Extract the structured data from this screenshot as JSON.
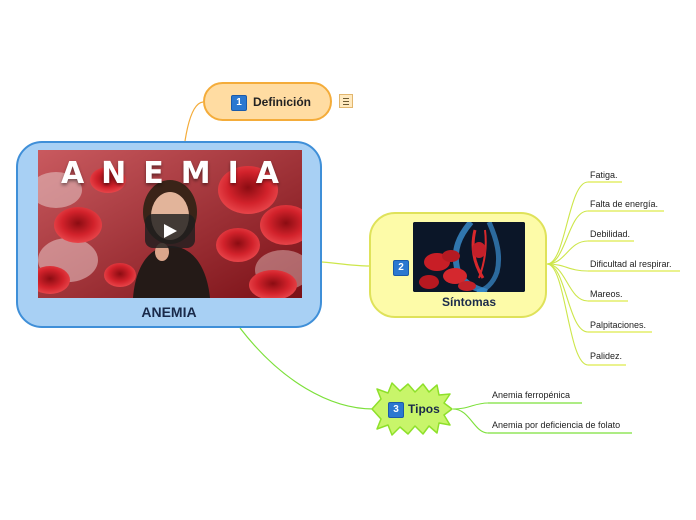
{
  "central": {
    "label": "ANEMIA",
    "video_title": "ANEMIA",
    "play_icon": "play-icon"
  },
  "branches": {
    "definicion": {
      "number": "1",
      "label": "Definición",
      "note_icon": "note-icon"
    },
    "sintomas": {
      "number": "2",
      "label": "Síntomas",
      "items": [
        "Fatiga.",
        "Falta de energía.",
        "Debilidad.",
        "Dificultad al respirar.",
        "Mareos.",
        "Palpitaciones.",
        "Palidez."
      ]
    },
    "tipos": {
      "number": "3",
      "label": "Tipos",
      "items": [
        "Anemia ferropénica",
        "Anemia por deficiencia de folato"
      ]
    }
  },
  "colors": {
    "central_fill": "#a8d0f4",
    "central_border": "#3f8fd8",
    "def_fill": "#ffdca2",
    "def_border": "#f4ac3a",
    "sint_fill": "#fdfba8",
    "sint_border": "#dfe25a",
    "tipos_fill": "#c8f56a",
    "tipos_border": "#8ee02a",
    "badge": "#2b78d0"
  }
}
